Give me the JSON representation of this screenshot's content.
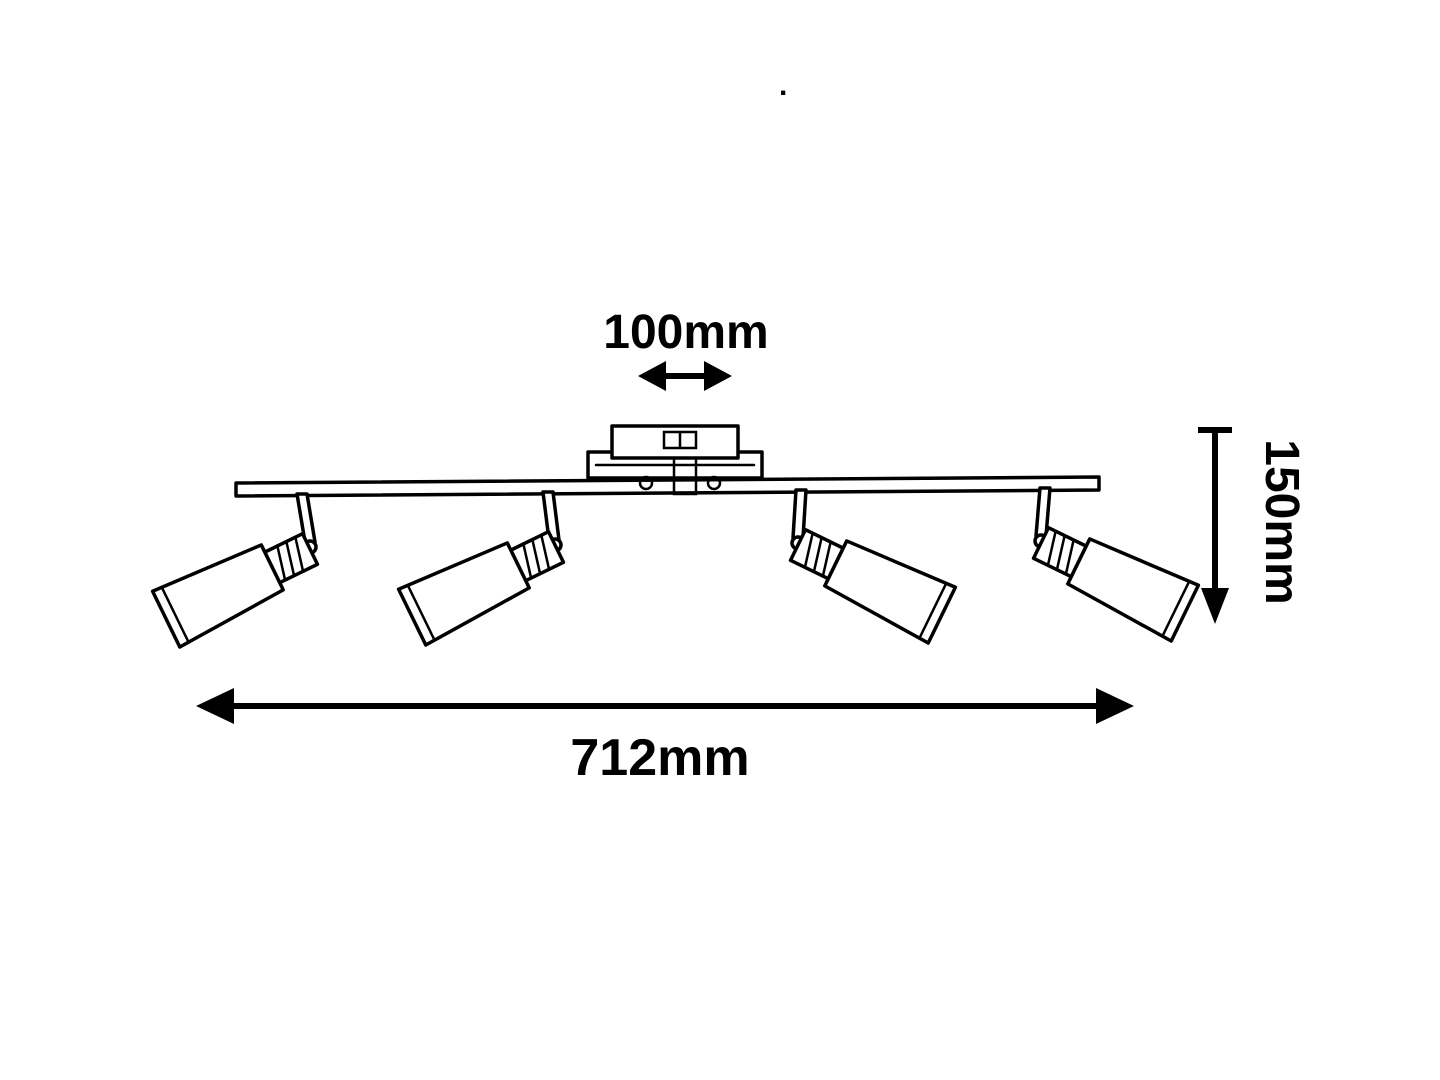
{
  "colors": {
    "line": "#000000",
    "background": "#ffffff"
  },
  "diagram": {
    "subject": "four-light ceiling spotlight bar dimension drawing",
    "dimensions": {
      "canopy_width": {
        "value": 100,
        "unit": "mm",
        "label": "100mm"
      },
      "drop_height": {
        "value": 150,
        "unit": "mm",
        "label": "150mm"
      },
      "total_length": {
        "value": 712,
        "unit": "mm",
        "label": "712mm"
      }
    },
    "stray_mark": "."
  }
}
